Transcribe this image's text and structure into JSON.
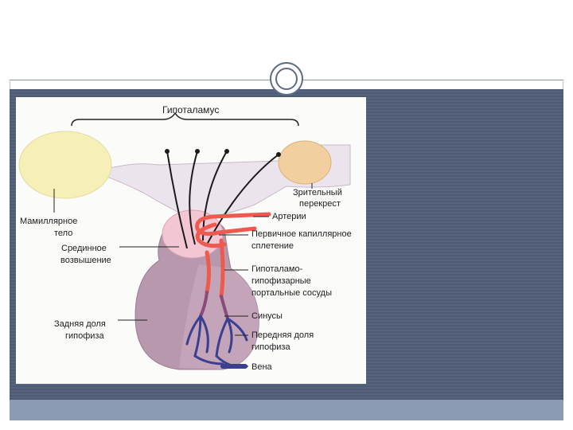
{
  "slide": {
    "title": "",
    "colors": {
      "band": "#4e5b73",
      "bottom_band": "#8a9bb3",
      "artery": "#ef5a4e",
      "vein": "#3a3f8f",
      "gland": "#b898ac",
      "mamillary": "#f6f0b8",
      "chiasm": "#f1cf9f"
    }
  },
  "diagram": {
    "hypothalamus": "Гипоталамус",
    "mamillary_line1": "Мамиллярное",
    "mamillary_line2": "тело",
    "median_line1": "Срединное",
    "median_line2": "возвышение",
    "posterior_line1": "Задняя доля",
    "posterior_line2": "гипофиза",
    "chiasm_line1": "Зрительный",
    "chiasm_line2": "перекрест",
    "arteries": "Артерии",
    "plexus_line1": "Первичное капиллярное",
    "plexus_line2": "сплетение",
    "portal_line1": "Гипоталамо-",
    "portal_line2": "гипофизарные",
    "portal_line3": "портальные сосуды",
    "sinuses": "Синусы",
    "anterior_line1": "Передняя доля",
    "anterior_line2": "гипофиза",
    "vein": "Вена"
  }
}
